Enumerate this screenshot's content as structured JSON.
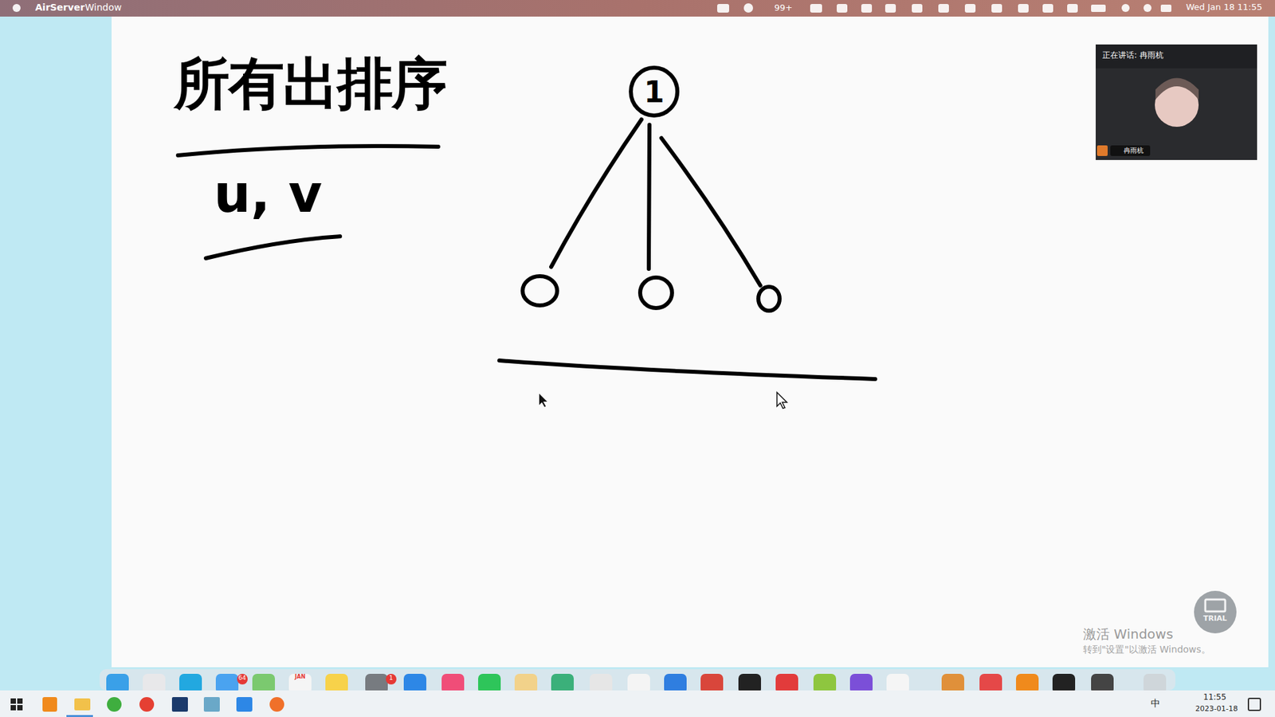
{
  "diagram": {
    "title": "所有出排序",
    "nodes": [
      {
        "text": [
          "1"
        ]
      }
    ],
    "labels": [
      "u, v",
      "AirServer",
      "Window",
      "99+",
      "Wed Jan 18  11:55",
      "正在讲话: 冉雨杭",
      "冉雨杭",
      "TRIAL",
      "激活 Windows",
      "转到\"设置\"以激活 Windows。",
      "64",
      "1",
      "11:55",
      "2023-01-18",
      "中",
      "JAN"
    ]
  }
}
